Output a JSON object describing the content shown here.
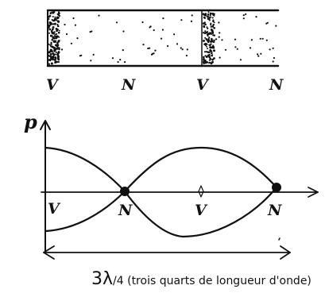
{
  "tube": {
    "node_labels": [
      "V",
      "N",
      "V",
      "N"
    ]
  },
  "graph": {
    "axis_label": "p",
    "point_labels": [
      "V",
      "N",
      "V",
      "N"
    ]
  },
  "caption": {
    "prefix": "3λ",
    "suffix": "/4 (trois quarts de longueur d'onde)"
  },
  "colors": {
    "ink": "#111111",
    "background": "#ffffff"
  }
}
